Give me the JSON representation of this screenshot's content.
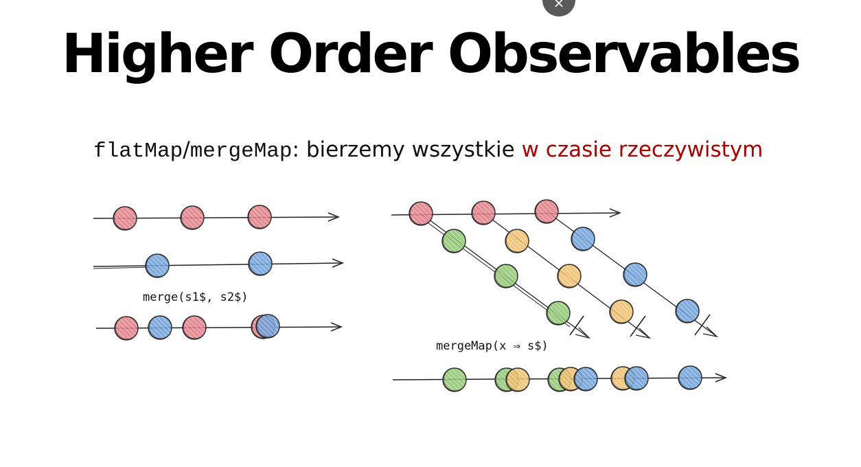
{
  "window": {
    "close_glyph": "×"
  },
  "title": "Higher Order Observables",
  "subtitle": {
    "code_part1": "flatMap",
    "separator": "/",
    "code_part2": "mergeMap",
    "rest": ": bierzemy wszystkie ",
    "accent": "w czasie rzeczywistym"
  },
  "labels": {
    "merge": "merge(s1$, s2$)",
    "mergemap": "mergeMap(x ⇒ s$)"
  },
  "colors": {
    "red": "#e07a82",
    "blue": "#6a9fd8",
    "green": "#8cc56e",
    "orange": "#efbd6a",
    "text_accent": "#b00000"
  }
}
